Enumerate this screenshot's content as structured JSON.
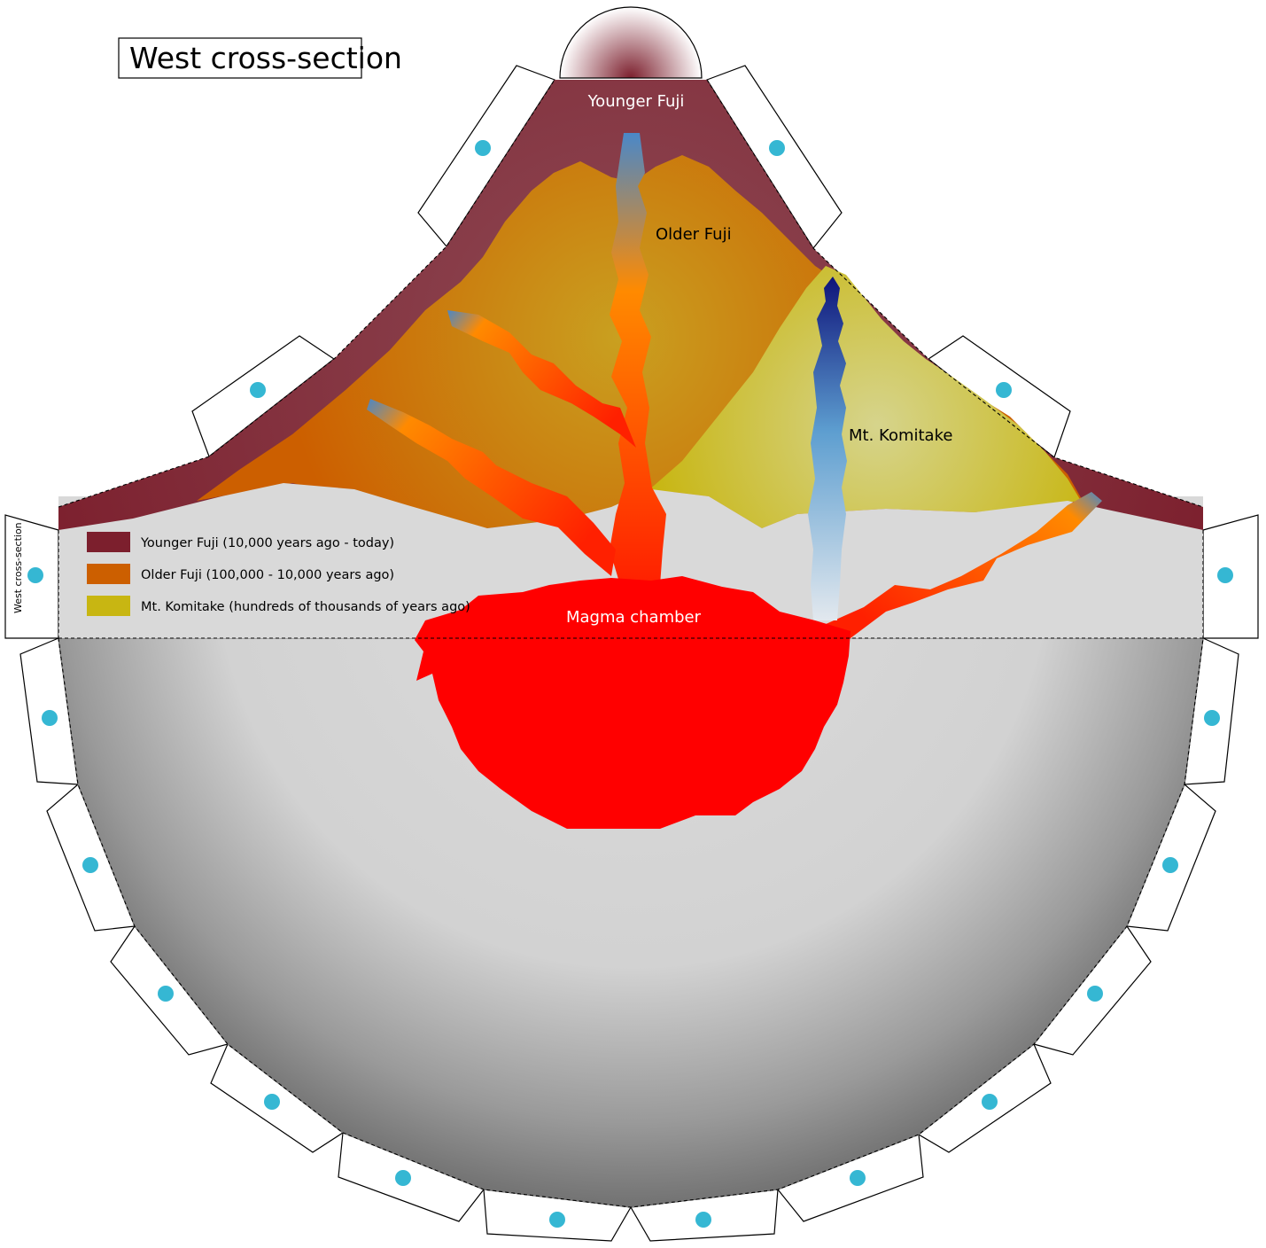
{
  "title": "West cross-section",
  "side_label": "West cross-section",
  "labels": {
    "younger_fuji": "Younger Fuji",
    "older_fuji": "Older Fuji",
    "mt_komitake": "Mt. Komitake",
    "magma_chamber": "Magma chamber"
  },
  "legend": [
    {
      "label": "Younger Fuji (10,000 years ago - today)",
      "color": "#7c1f2d"
    },
    {
      "label": "Older Fuji (100,000 - 10,000 years ago)",
      "color": "#cc5f00"
    },
    {
      "label": "Mt. Komitake (hundreds of thousands of years ago)",
      "color": "#c8b612"
    }
  ],
  "colors": {
    "magma": "#ff0000",
    "glue_dot": "#35b7d3",
    "ground": "#d9d9d9",
    "summit_glow": "#7c1f2d"
  },
  "icons": {
    "glue_dot": "glue-dot-icon"
  }
}
